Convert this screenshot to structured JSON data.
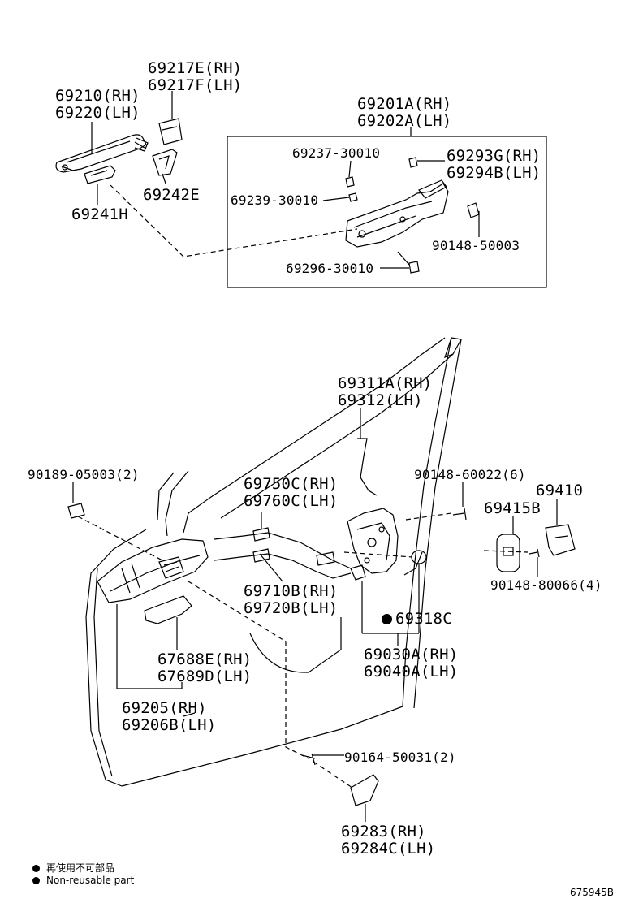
{
  "labels": {
    "p69210": [
      "69210(RH)",
      "69220(LH)"
    ],
    "p69217": [
      "69217E(RH)",
      "69217F(LH)"
    ],
    "p69241": "69241H",
    "p69242": "69242E",
    "p69201": [
      "69201A(RH)",
      "69202A(LH)"
    ],
    "p69237": "69237-30010",
    "p69293": [
      "69293G(RH)",
      "69294B(LH)"
    ],
    "p69239": "69239-30010",
    "p90148a": "90148-50003",
    "p69296": "69296-30010",
    "p69311": [
      "69311A(RH)",
      "69312(LH)"
    ],
    "p90189": "90189-05003(2)",
    "p90148b": "90148-60022(6)",
    "p69410": "69410",
    "p69415": "69415B",
    "p69750": [
      "69750C(RH)",
      "69760C(LH)"
    ],
    "p90148c": "90148-80066(4)",
    "p69710": [
      "69710B(RH)",
      "69720B(LH)"
    ],
    "p69318": "69318C",
    "p67688": [
      "67688E(RH)",
      "67689D(LH)"
    ],
    "p69030": [
      "69030A(RH)",
      "69040A(LH)"
    ],
    "p69205": [
      "69205(RH)",
      "69206B(LH)"
    ],
    "p90164": "90164-50031(2)",
    "p69283": [
      "69283(RH)",
      "69284C(LH)"
    ]
  },
  "legend": {
    "chinese": "再使用不可部品",
    "english": "Non-reusable part"
  },
  "diagram_code": "675945B"
}
